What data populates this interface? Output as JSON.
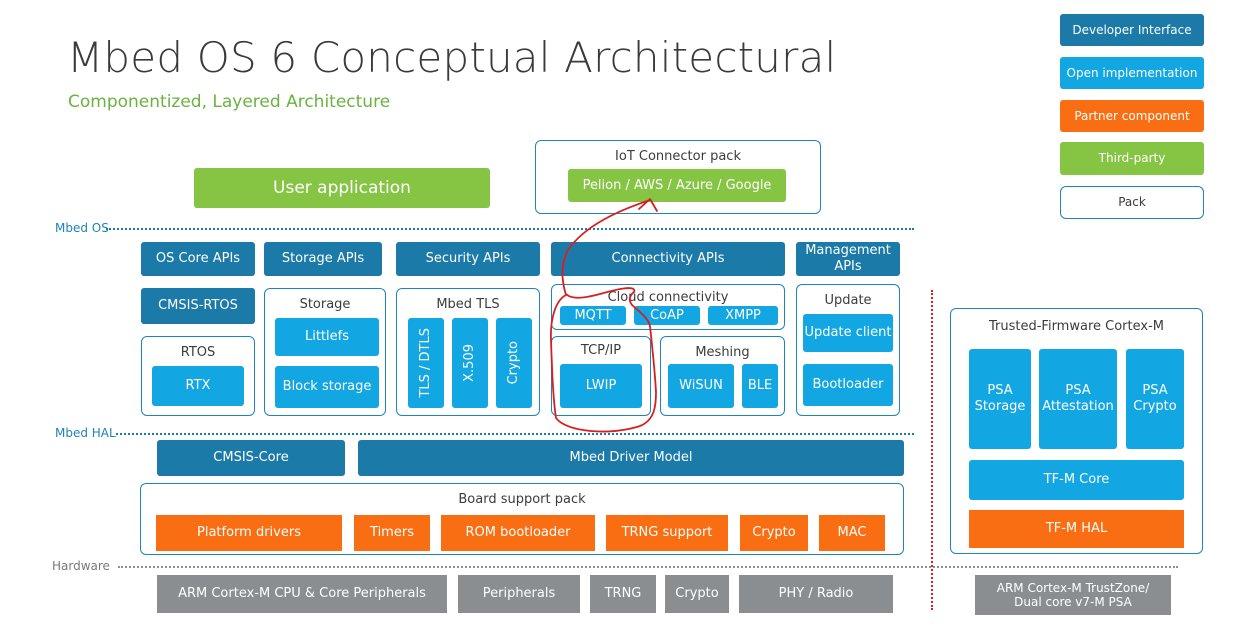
{
  "title": "Mbed OS 6 Conceptual Architectural",
  "subtitle": "Componentized, Layered Architecture",
  "legend": [
    {
      "label": "Developer Interface",
      "kind": "dev"
    },
    {
      "label": "Open implementation",
      "kind": "open"
    },
    {
      "label": "Partner component",
      "kind": "partner"
    },
    {
      "label": "Third-party",
      "kind": "third"
    },
    {
      "label": "Pack",
      "kind": "pack"
    }
  ],
  "layers": {
    "os": "Mbed OS",
    "hal": "Mbed HAL",
    "hardware": "Hardware"
  },
  "top": {
    "user_app": "User application",
    "iot_pack_title": "IoT Connector pack",
    "iot_pack_item": "Pelion / AWS / Azure / Google"
  },
  "apis": {
    "os_core": "OS Core APIs",
    "storage": "Storage APIs",
    "security": "Security APIs",
    "connectivity": "Connectivity APIs",
    "management": "Management APIs"
  },
  "components": {
    "cmsis_rtos": "CMSIS-RTOS",
    "rtos_title": "RTOS",
    "rtx": "RTX",
    "storage_title": "Storage",
    "littlefs": "Littlefs",
    "block_storage": "Block storage",
    "mbedtls_title": "Mbed TLS",
    "tls_dtls": "TLS / DTLS",
    "x509": "X.509",
    "crypto_sw": "Crypto",
    "cloud_title": "Cloud connectivity",
    "mqtt": "MQTT",
    "coap": "CoAP",
    "xmpp": "XMPP",
    "tcpip_title": "TCP/IP",
    "lwip": "LWIP",
    "meshing_title": "Meshing",
    "wisun": "WiSUN",
    "ble": "BLE",
    "update_title": "Update",
    "update_client": "Update client",
    "bootloader": "Bootloader"
  },
  "hal": {
    "cmsis_core": "CMSIS-Core",
    "driver_model": "Mbed Driver Model",
    "bsp_title": "Board support pack",
    "bsp_items": [
      "Platform drivers",
      "Timers",
      "ROM bootloader",
      "TRNG support",
      "Crypto",
      "MAC"
    ]
  },
  "hardware": [
    "ARM Cortex-M CPU & Core Peripherals",
    "Peripherals",
    "TRNG",
    "Crypto",
    "PHY / Radio"
  ],
  "tfm": {
    "title": "Trusted-Firmware Cortex-M",
    "psa_storage": "PSA Storage",
    "psa_attestation": "PSA Attestation",
    "psa_crypto": "PSA Crypto",
    "core": "TF-M Core",
    "hal": "TF-M HAL",
    "hw": "ARM Cortex-M TrustZone/ Dual core v7-M PSA"
  },
  "colors": {
    "developer_interface": "#1b7aa8",
    "open_implementation": "#12a6e3",
    "partner_component": "#f96e12",
    "third_party": "#86c544",
    "hardware": "#8a8e91",
    "annotation": "#d62020"
  }
}
